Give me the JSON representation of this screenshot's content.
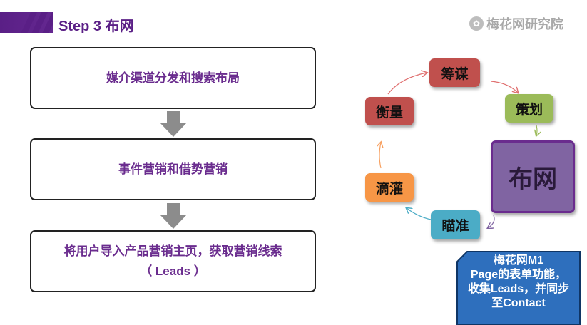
{
  "header": {
    "title": "Step 3  布网",
    "logo_text": "梅花网研究院",
    "logo_glyph": "✿"
  },
  "flow": {
    "box1": "媒介渠道分发和搜索布局",
    "box2": "事件营销和借势营销",
    "box3_line1": "将用户导入产品营销主页，获取营销线索",
    "box3_line2": "（ Leads ）"
  },
  "cycle": {
    "plan": "筹谋",
    "strategy": "策划",
    "center": "布网",
    "aim": "瞄准",
    "drip": "滴灌",
    "measure": "衡量"
  },
  "callout": {
    "line1": "梅花网M1",
    "line2": "Page的表单功能，",
    "line3": "收集Leads，并同步",
    "line4": "至Contact"
  },
  "colors": {
    "purple": "#5a1f86",
    "plan": "#c0504d",
    "strategy": "#9bbb59",
    "center": "#8064a2",
    "aim": "#4bacc6",
    "drip": "#f79646",
    "measure": "#c0504d",
    "callout": "#2e6fbd"
  }
}
